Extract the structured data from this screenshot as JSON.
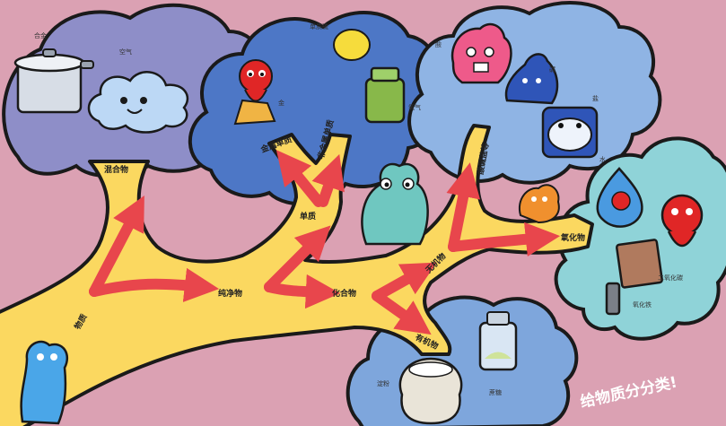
{
  "diagram": {
    "title": "给物质分分类!",
    "branch_labels": {
      "root": "物质",
      "mixture": "混合物",
      "pure": "纯净物",
      "element": "单质",
      "metal": "金属单质",
      "nonmetal": "非金属单质",
      "compound": "化合物",
      "inorganic": "无机物",
      "acid_base_salt": "酸碱盐等",
      "oxide": "氧化物",
      "organic": "有机物"
    },
    "examples": {
      "alloy": "合金",
      "air": "空气",
      "gold": "金",
      "sulfur": "单质硫",
      "oxygen": "氧气",
      "acid": "酸",
      "base": "碱",
      "salt": "盐",
      "water": "水",
      "co2": "二氧化碳",
      "iron_oxide": "氧化铁",
      "starch": "淀粉",
      "sucrose": "蔗糖"
    }
  },
  "colors": {
    "background": "#dba1b3",
    "trunk": "#fbd860",
    "arrow": "#e8464c",
    "cloud_purple": "#8e8ec8",
    "cloud_blue": "#4d77c6",
    "cloud_light": "#8fb4e4",
    "cloud_teal": "#8fd3d8",
    "cloud_bottom": "#7ea6dc"
  }
}
